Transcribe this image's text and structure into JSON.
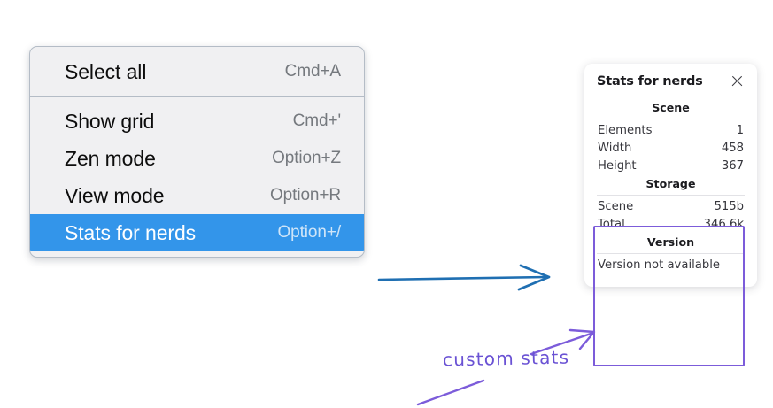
{
  "context_menu": {
    "sections": [
      {
        "items": [
          {
            "label": "Select all",
            "shortcut": "Cmd+A",
            "selected": false
          }
        ]
      },
      {
        "items": [
          {
            "label": "Show grid",
            "shortcut": "Cmd+'",
            "selected": false
          },
          {
            "label": "Zen mode",
            "shortcut": "Option+Z",
            "selected": false
          },
          {
            "label": "View mode",
            "shortcut": "Option+R",
            "selected": false
          },
          {
            "label": "Stats for nerds",
            "shortcut": "Option+/",
            "selected": true
          }
        ]
      }
    ],
    "highlight_color": "#3395ea"
  },
  "stats_panel": {
    "title": "Stats for nerds",
    "close_icon": "close-icon",
    "groups": [
      {
        "heading": "Scene",
        "rows": [
          {
            "key": "Elements",
            "value": "1"
          },
          {
            "key": "Width",
            "value": "458"
          },
          {
            "key": "Height",
            "value": "367"
          }
        ]
      },
      {
        "heading": "Storage",
        "rows": [
          {
            "key": "Scene",
            "value": "515b"
          },
          {
            "key": "Total",
            "value": "346.6k"
          }
        ]
      },
      {
        "heading": "Version",
        "single": "Version not available"
      }
    ]
  },
  "annotations": {
    "custom_stats_label": "custom stats",
    "blue_arrow_color": "#1f6fb2",
    "purple_color": "#7c5cda",
    "highlight_box_color": "#7c5cda"
  }
}
